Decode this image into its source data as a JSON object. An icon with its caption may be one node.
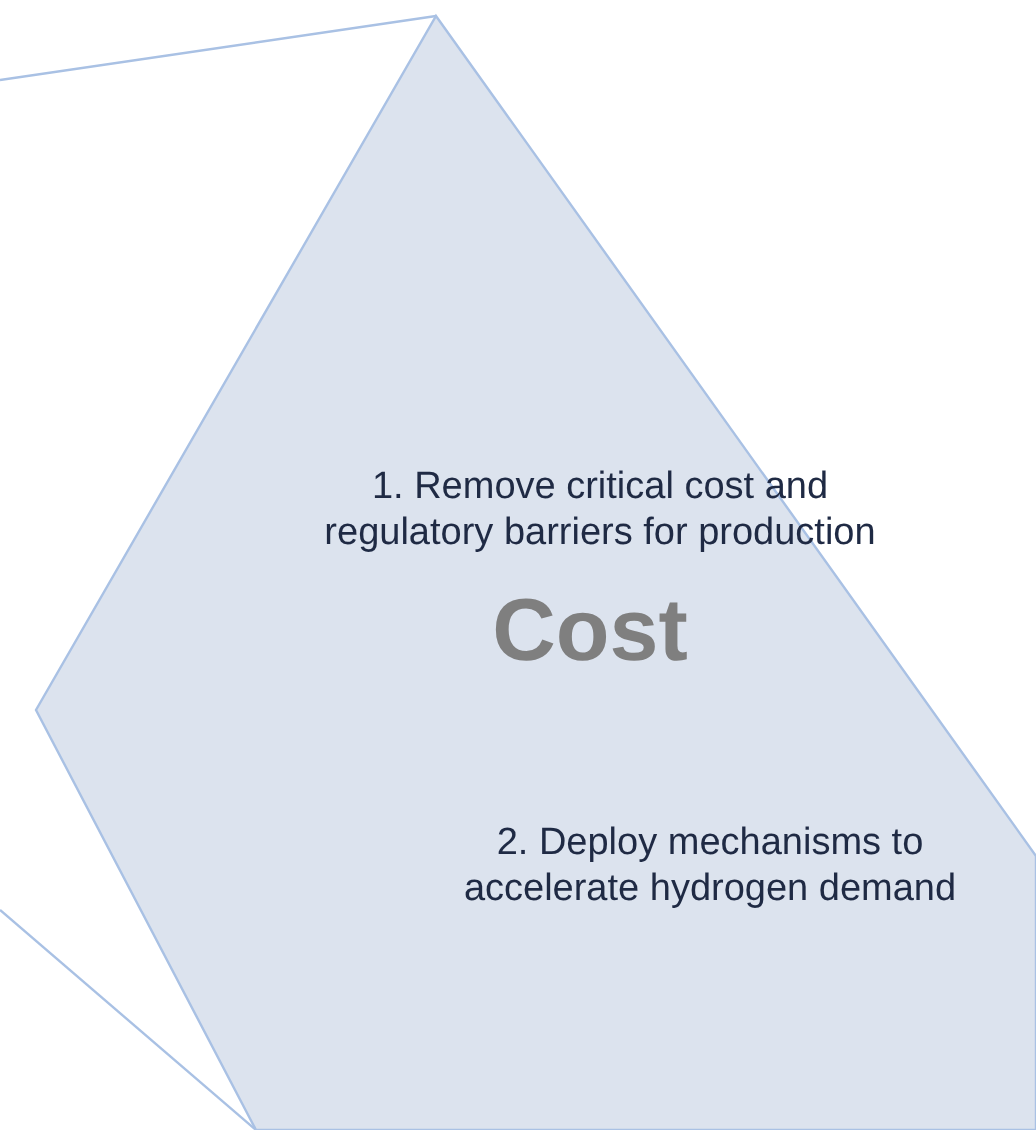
{
  "diagram": {
    "nodes": [
      {
        "text": [
          "1. Remove critical cost and regulatory barriers for production",
          "Cost",
          "2. Deploy mechanisms to accelerate hydrogen demand"
        ]
      }
    ]
  }
}
